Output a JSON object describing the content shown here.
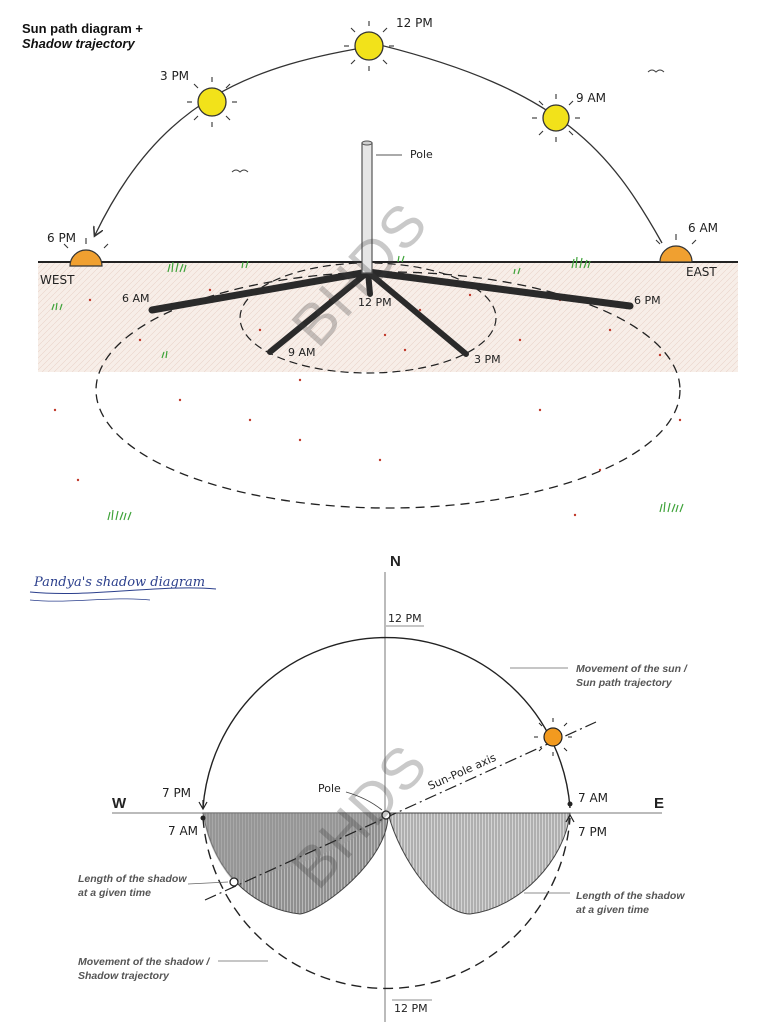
{
  "title": {
    "line1": "Sun path diagram +",
    "line2": "Shadow trajectory"
  },
  "top_diagram": {
    "sun_labels": {
      "six_am": "6 AM",
      "nine_am": "9 AM",
      "twelve_pm": "12 PM",
      "three_pm": "3 PM",
      "six_pm": "6 PM"
    },
    "pole_label": "Pole",
    "west_label": "WEST",
    "east_label": "EAST",
    "shadow_labels": {
      "six_am": "6 AM",
      "nine_am": "9 AM",
      "twelve_pm": "12 PM",
      "three_pm": "3 PM",
      "six_pm": "6 PM"
    }
  },
  "bottom_diagram": {
    "heading": "Pandya's shadow diagram",
    "compass": {
      "north": "N",
      "west": "W",
      "east": "E"
    },
    "noon_top": "12 PM",
    "noon_bottom": "12 PM",
    "west_upper_time": "7 PM",
    "west_lower_time": "7 AM",
    "east_upper_time": "7 AM",
    "east_lower_time": "7 PM",
    "pole_label": "Pole",
    "axis_label": "Sun-Pole axis",
    "annotations": {
      "sun_path_line1": "Movement of the sun /",
      "sun_path_line2": "Sun path trajectory",
      "shadow_len_right_line1": "Length of the shadow",
      "shadow_len_right_line2": "at a given time",
      "shadow_len_left_line1": "Length of the shadow",
      "shadow_len_left_line2": "at a given time",
      "shadow_traj_line1": "Movement of the shadow /",
      "shadow_traj_line2": "Shadow trajectory"
    }
  },
  "watermark": "BHDS",
  "colors": {
    "sun_fill": "#f2e21a",
    "sun_stroke": "#333333",
    "setting_sun": "#f0a030",
    "ground": "#f5e9e1",
    "ground_dots": "#c0392b",
    "grass": "#3fa33a",
    "shadow_dark": "#2a2a2a",
    "hatch": "#6b6b6b",
    "sun_orange": "#f29a1f"
  }
}
